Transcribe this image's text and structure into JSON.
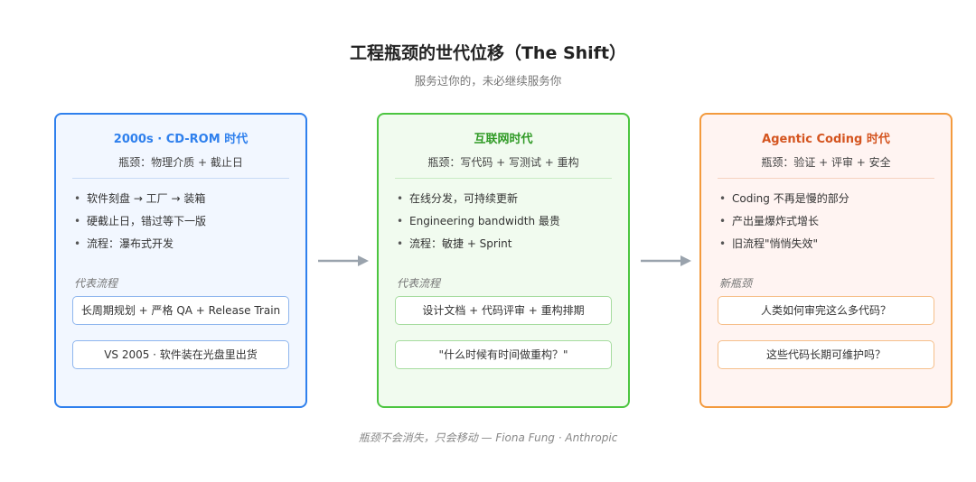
{
  "header": {
    "title": "工程瓶颈的世代位移（The Shift）",
    "subtitle": "服务过你的，未必继续服务你"
  },
  "colors": {
    "blue": "#2f80ed",
    "green": "#4cc540",
    "orange": "#f39a3e",
    "arrow": "#9aa3ad"
  },
  "cards": [
    {
      "title": "2000s · CD-ROM 时代",
      "bottleneck": "瓶颈：物理介质 + 截止日",
      "bullets": [
        "软件刻盘 → 工厂 → 装箱",
        "硬截止日，错过等下一版",
        "流程：瀑布式开发"
      ],
      "section_label": "代表流程",
      "boxes": [
        "长周期规划 + 严格 QA + Release Train",
        "VS 2005 · 软件装在光盘里出货"
      ]
    },
    {
      "title": "互联网时代",
      "bottleneck": "瓶颈：写代码 + 写测试 + 重构",
      "bullets": [
        "在线分发，可持续更新",
        "Engineering bandwidth 最贵",
        "流程：敏捷 + Sprint"
      ],
      "section_label": "代表流程",
      "boxes": [
        "设计文档 + 代码评审 + 重构排期",
        "\"什么时候有时间做重构？\""
      ]
    },
    {
      "title": "Agentic Coding 时代",
      "bottleneck": "瓶颈：验证 + 评审 + 安全",
      "bullets": [
        "Coding 不再是慢的部分",
        "产出量爆炸式增长",
        "旧流程\"悄悄失效\""
      ],
      "section_label": "新瓶颈",
      "boxes": [
        "人类如何审完这么多代码？",
        "这些代码长期可维护吗？"
      ]
    }
  ],
  "footer": "瓶颈不会消失，只会移动 — Fiona Fung · Anthropic"
}
